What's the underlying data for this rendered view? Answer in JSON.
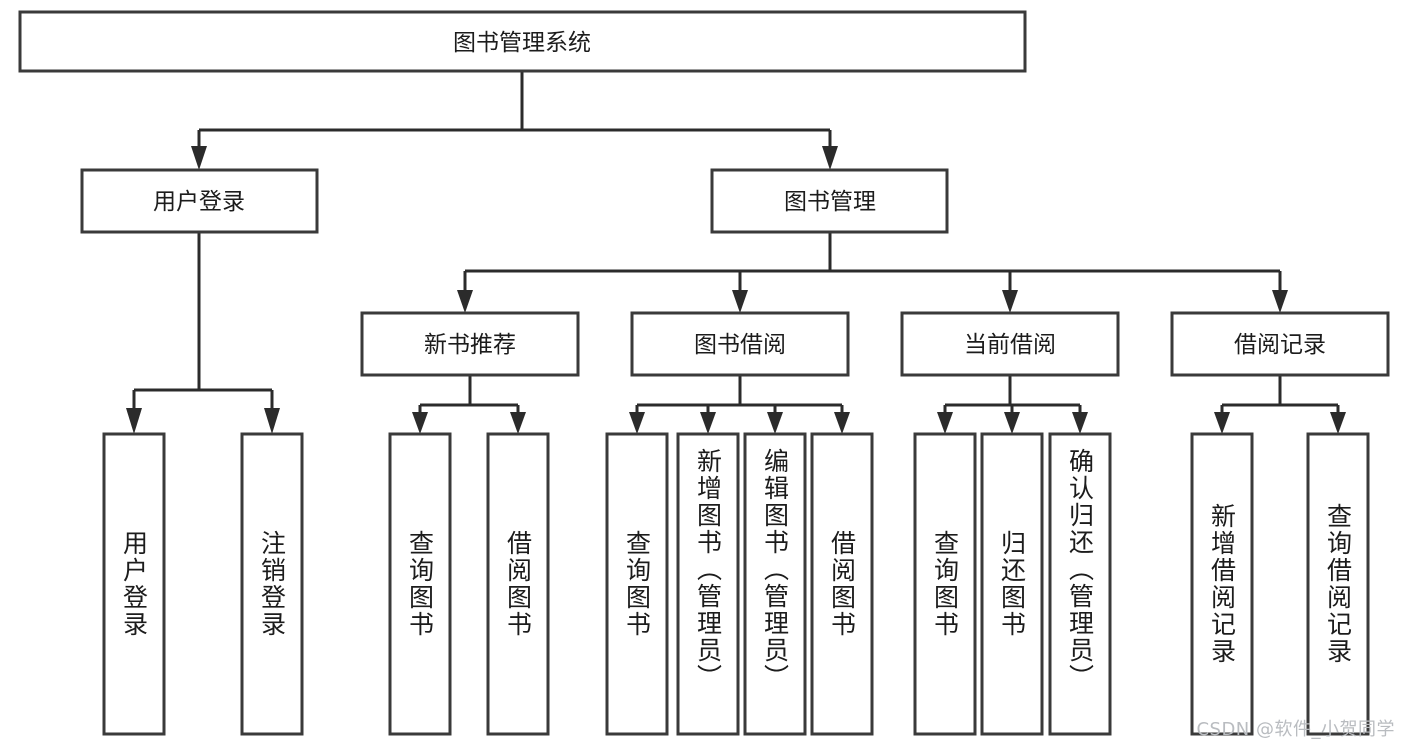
{
  "diagram": {
    "type": "tree-hierarchy-chart",
    "title": "图书管理系统",
    "background_color": "#ffffff",
    "box_stroke_color": "#3a3a3a",
    "box_fill_color": "#ffffff",
    "connector_color": "#2b2b2b",
    "text_color": "#1c1c1c",
    "root": {
      "id": "root",
      "label": "图书管理系统",
      "orientation": "horizontal"
    },
    "level2": [
      {
        "id": "user-login",
        "label": "用户登录",
        "orientation": "horizontal"
      },
      {
        "id": "book-manage",
        "label": "图书管理",
        "orientation": "horizontal"
      }
    ],
    "level3": [
      {
        "id": "new-book-recommend",
        "label": "新书推荐",
        "orientation": "horizontal",
        "parent": "book-manage"
      },
      {
        "id": "book-borrow",
        "label": "图书借阅",
        "orientation": "horizontal",
        "parent": "book-manage"
      },
      {
        "id": "current-borrow",
        "label": "当前借阅",
        "orientation": "horizontal",
        "parent": "book-manage"
      },
      {
        "id": "borrow-record",
        "label": "借阅记录",
        "orientation": "horizontal",
        "parent": "book-manage"
      }
    ],
    "leaves": [
      {
        "id": "leaf-user-login",
        "label": "用户登录",
        "parent": "user-login",
        "orientation": "vertical"
      },
      {
        "id": "leaf-logout-login",
        "label": "注销登录",
        "parent": "user-login",
        "orientation": "vertical"
      },
      {
        "id": "leaf-query-book-1",
        "label": "查询图书",
        "parent": "new-book-recommend",
        "orientation": "vertical"
      },
      {
        "id": "leaf-borrow-book-1",
        "label": "借阅图书",
        "parent": "new-book-recommend",
        "orientation": "vertical"
      },
      {
        "id": "leaf-query-book-2",
        "label": "查询图书",
        "parent": "book-borrow",
        "orientation": "vertical"
      },
      {
        "id": "leaf-add-book",
        "label": "新增图书（管理员）",
        "parent": "book-borrow",
        "orientation": "vertical"
      },
      {
        "id": "leaf-edit-book",
        "label": "编辑图书（管理员）",
        "parent": "book-borrow",
        "orientation": "vertical"
      },
      {
        "id": "leaf-borrow-book-2",
        "label": "借阅图书",
        "parent": "book-borrow",
        "orientation": "vertical"
      },
      {
        "id": "leaf-query-book-3",
        "label": "查询图书",
        "parent": "current-borrow",
        "orientation": "vertical"
      },
      {
        "id": "leaf-return-book",
        "label": "归还图书",
        "parent": "current-borrow",
        "orientation": "vertical"
      },
      {
        "id": "leaf-confirm-return",
        "label": "确认归还（管理员）",
        "parent": "current-borrow",
        "orientation": "vertical"
      },
      {
        "id": "leaf-add-record",
        "label": "新增借阅记录",
        "parent": "borrow-record",
        "orientation": "vertical"
      },
      {
        "id": "leaf-query-record",
        "label": "查询借阅记录",
        "parent": "borrow-record",
        "orientation": "vertical"
      }
    ]
  },
  "watermark": {
    "text": "CSDN @软件_小贺同学"
  }
}
